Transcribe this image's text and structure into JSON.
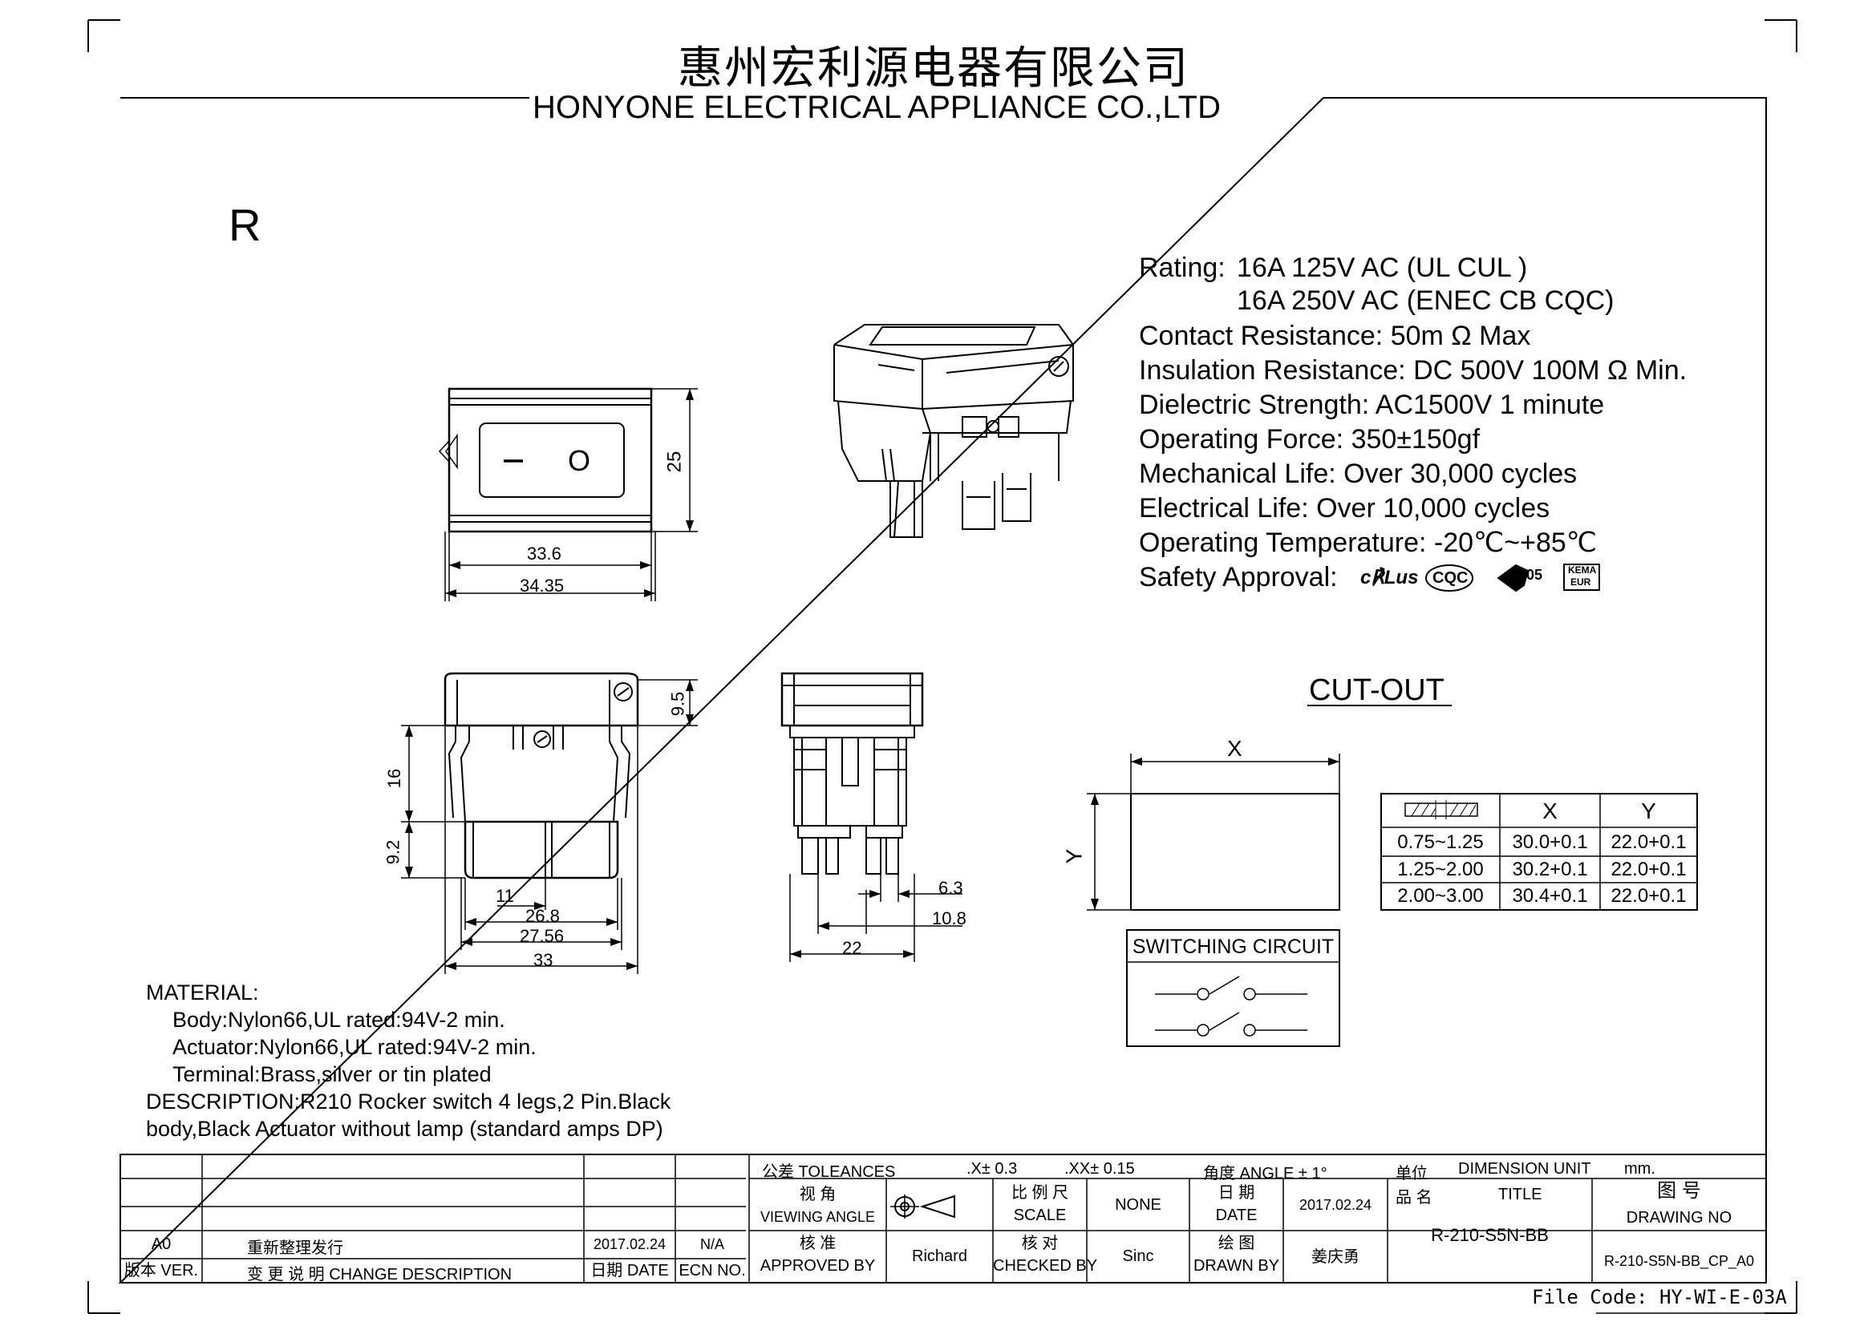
{
  "header": {
    "company_cn": "惠州宏利源电器有限公司",
    "company_en": "HONYONE ELECTRICAL APPLIANCE  CO.,LTD"
  },
  "series_letter": "R",
  "specs": {
    "rating_label": "Rating:",
    "rating_1": "16A 125V AC (UL  CUL  )",
    "rating_2": "16A 250V AC (ENEC CB CQC)",
    "contact_resistance": "Contact Resistance: 50m Ω Max",
    "insulation_resistance": "Insulation Resistance: DC 500V 100M Ω  Min.",
    "dielectric_strength": "Dielectric Strength: AC1500V 1 minute",
    "operating_force": "Operating Force: 350±150gf",
    "mechanical_life": "Mechanical Life: Over 30,000 cycles",
    "electrical_life": "Electrical Life: Over 10,000 cycles",
    "operating_temperature": "Operating Temperature: -20℃~+85℃",
    "safety_approval": "Safety Approval:"
  },
  "approval_marks": {
    "ul": "c℟Lus",
    "cqc": "CQC",
    "enec": "05",
    "kema_1": "KEMA",
    "kema_2": "EUR"
  },
  "front_view": {
    "symbol_off": "O",
    "dim_height": "25",
    "dim_width_1": "33.6",
    "dim_width_2": "34.35"
  },
  "side_view": {
    "dim_top": "9.5",
    "dim_16": "16",
    "dim_9_2": "9.2",
    "dim_11": "11",
    "dim_26_8": "26.8",
    "dim_27_56": "27.56",
    "dim_33": "33"
  },
  "end_view": {
    "dim_6_3": "6.3",
    "dim_10_8": "10.8",
    "dim_22": "22"
  },
  "cutout": {
    "title": "CUT-OUT",
    "label_x": "X",
    "label_y": "Y",
    "table_header": [
      "X",
      "Y"
    ],
    "rows": [
      {
        "thickness": "0.75~1.25",
        "x": "30.0+0.1",
        "y": "22.0+0.1"
      },
      {
        "thickness": "1.25~2.00",
        "x": "30.2+0.1",
        "y": "22.0+0.1"
      },
      {
        "thickness": "2.00~3.00",
        "x": "30.4+0.1",
        "y": "22.0+0.1"
      }
    ]
  },
  "switching_circuit": {
    "title": "SWITCHING CIRCUIT"
  },
  "material": {
    "heading": "MATERIAL:",
    "body": "Body:Nylon66,UL rated:94V-2 min.",
    "actuator": "Actuator:Nylon66,UL rated:94V-2 min.",
    "terminal": "Terminal:Brass,silver or tin plated",
    "description_1": "DESCRIPTION:R210 Rocker switch 4 legs,2 Pin.Black",
    "description_2": "body,Black Actuator without lamp (standard amps DP)"
  },
  "title_block": {
    "tolerance_label": "公差 TOLEANCES",
    "tol_x": ".X± 0.3",
    "tol_xx": ".XX± 0.15",
    "tol_angle": "角度 ANGLE ± 1°",
    "unit_cn": "单位",
    "unit_label": "DIMENSION UNIT",
    "unit_value": "mm.",
    "viewing_angle_cn": "视 角",
    "viewing_angle": "VIEWING ANGLE",
    "scale_cn": "比 例 尺",
    "scale": "SCALE",
    "scale_value": "NONE",
    "date_cn": "日 期",
    "date": "DATE",
    "date_value": "2017.02.24",
    "name_cn": "品 名",
    "title_label": "TITLE",
    "drawing_no_cn": "图 号",
    "drawing_no": "DRAWING NO",
    "title_value": "R-210-S5N-BB",
    "drawing_no_value": "R-210-S5N-BB_CP_A0",
    "rev_value": "A0",
    "change_value": "重新整理发行",
    "rev_date_value": "2017.02.24",
    "ecn_value": "N/A",
    "approved_cn": "核 准",
    "approved_by": "APPROVED BY",
    "approved_value": "Richard",
    "checked_cn": "核 对",
    "checked_by": "CHECKED BY",
    "checked_value": "Sinc",
    "drawn_cn": "绘 图",
    "drawn_by": "DRAWN BY",
    "drawn_value": "姜庆勇",
    "ver_header": "版本 VER.",
    "change_header": "变 更 说 明  CHANGE DESCRIPTION",
    "date_header": "日期 DATE",
    "ecn_header": "ECN NO."
  },
  "file_code": "File Code: HY-WI-E-03A"
}
